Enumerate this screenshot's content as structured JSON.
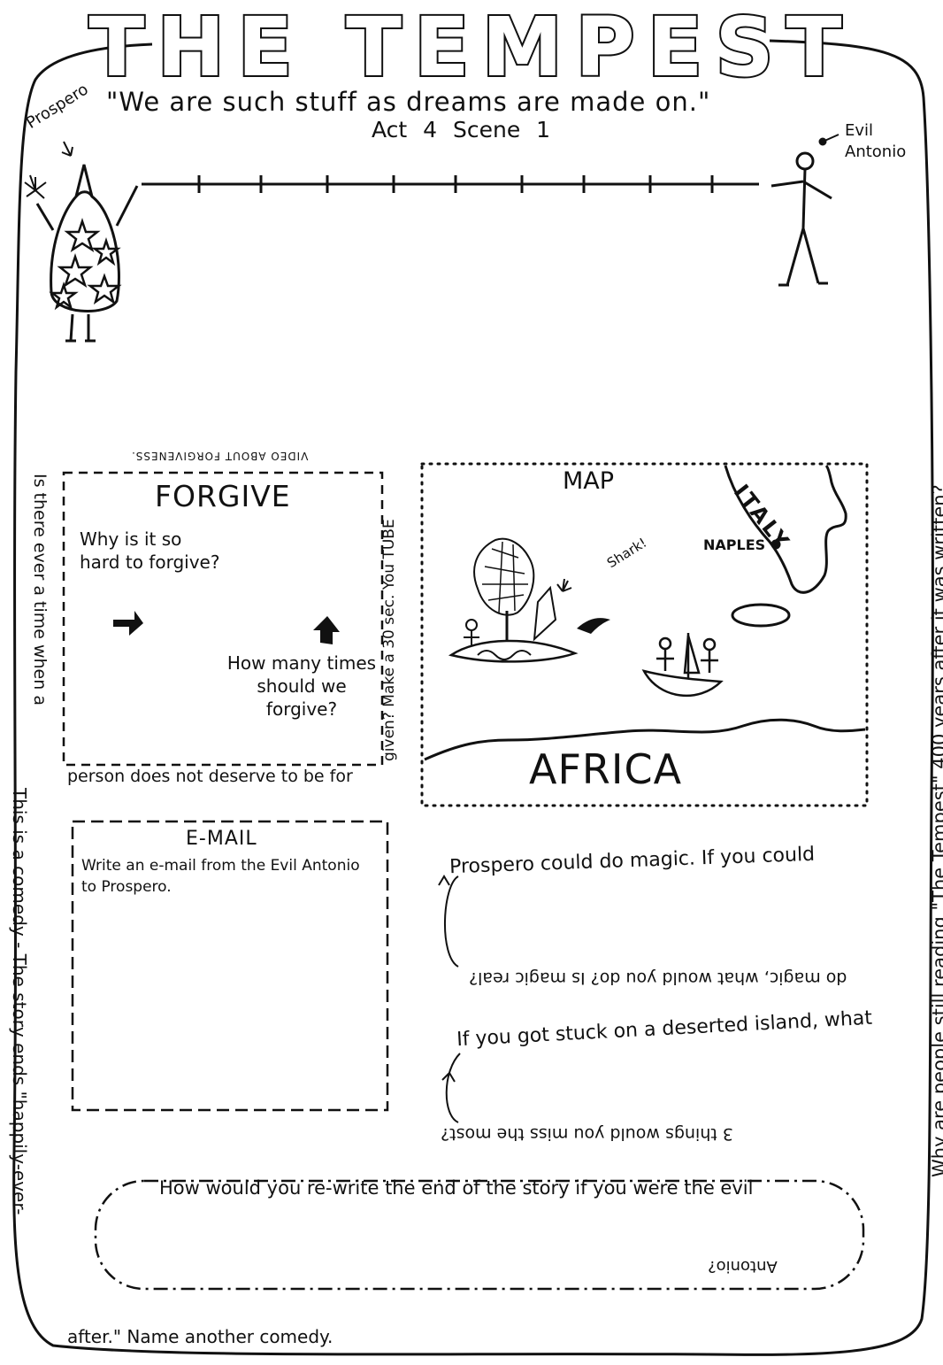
{
  "header": {
    "title": "THE TEMPEST",
    "quote": "\"We are such stuff as dreams are made on.\"",
    "citation": "Act 4  Scene 1",
    "label_left": "Prospero",
    "label_right": "Evil Antonio"
  },
  "forgive_box": {
    "title": "FORGIVE",
    "question_1": "Why is it so hard to forgive?",
    "question_2": "How many times should we forgive?",
    "side_prompt": "Is there ever a time when a",
    "bottom_prompt": "person does not deserve to be for",
    "right_prompt": "given? Make a 30 sec. You TUBE",
    "top_prompt": "VIDEO ABOUT FORGIVENESS."
  },
  "map": {
    "title": "MAP",
    "label_italy": "ITALY",
    "label_naples": "NAPLES",
    "label_shark": "Shark!",
    "label_africa": "AFRICA"
  },
  "email_box": {
    "title": "E-MAIL",
    "instructions": "Write an e-mail from the Evil Antonio to Prospero."
  },
  "magic_prompt": {
    "line_1": "Prospero could do magic. If you could",
    "line_2": "do magic, what would you do? Is magic real?"
  },
  "island_prompt": {
    "line_1": "If you got stuck on a deserted island, what",
    "line_2": "3 things would you miss the most?"
  },
  "rewrite_prompt": {
    "line_1": "How would you re-write the end of the story if you were the evil",
    "line_2": "Antonio?"
  },
  "left_margin": "This is a comedy - The story ends \"happily-ever-",
  "bottom_margin": "after.\" Name another comedy.",
  "right_margin": "Why are people still reading \"The Tempest\" 400 years after it was written?"
}
